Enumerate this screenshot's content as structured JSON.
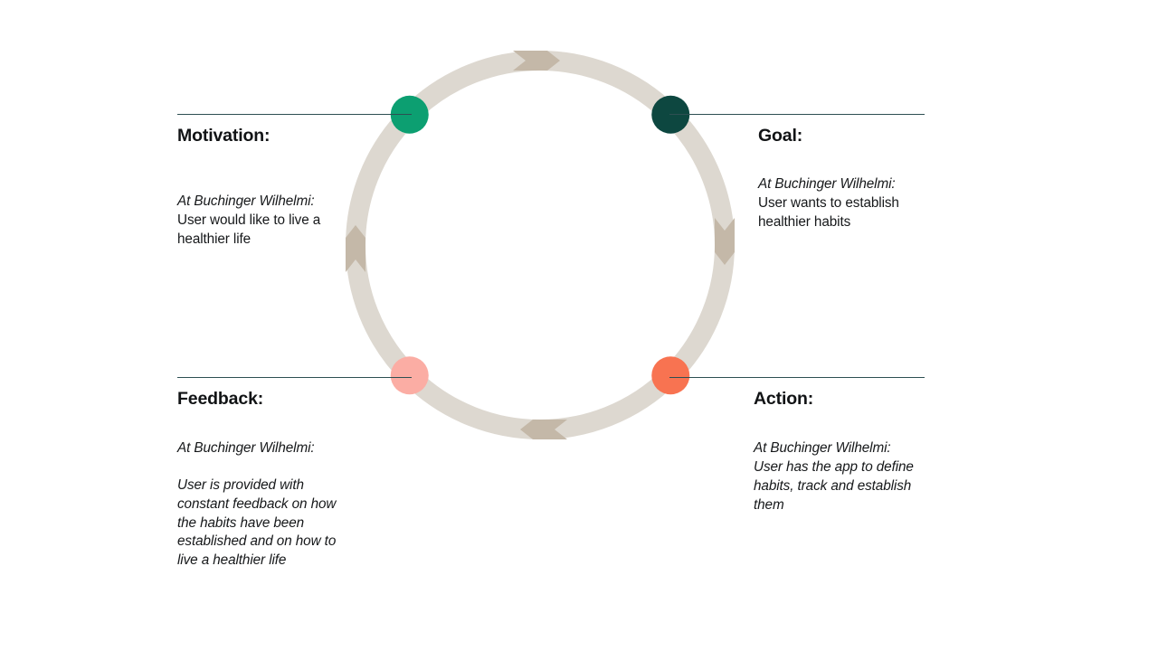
{
  "diagram": {
    "type": "cycle",
    "title_visible": false,
    "ring": {
      "color": "#ddd8d0",
      "arrow_color": "#c4b8a8",
      "direction": "clockwise",
      "arrow_positions": [
        "top",
        "right",
        "bottom",
        "left"
      ]
    },
    "nodes": [
      {
        "id": "motivation",
        "label": "Motivation:",
        "color": "#0c9f71",
        "position": "top-left"
      },
      {
        "id": "goal",
        "label": "Goal:",
        "color": "#0d4740",
        "position": "top-right"
      },
      {
        "id": "feedback",
        "label": "Feedback:",
        "color": "#fbada4",
        "position": "bottom-left"
      },
      {
        "id": "action",
        "label": "Action:",
        "color": "#f87351",
        "position": "bottom-right"
      }
    ],
    "connector_color": "#2d4f52"
  },
  "quadrants": {
    "motivation": {
      "title": "Motivation:",
      "lead": "At Buchinger Wilhelmi:",
      "body": "User would like to live a healthier life"
    },
    "goal": {
      "title": "Goal:",
      "lead": "At Buchinger Wilhelmi:",
      "body": "User wants to establish healthier habits"
    },
    "feedback": {
      "title": "Feedback:",
      "lead": "At Buchinger Wilhelmi:",
      "body": "User is provided with constant feedback on how the habits have been established and on how to live a healthier life"
    },
    "action": {
      "title": "Action:",
      "lead": "At Buchinger Wilhelmi:",
      "body": "User has the app to define habits, track and establish them"
    }
  }
}
